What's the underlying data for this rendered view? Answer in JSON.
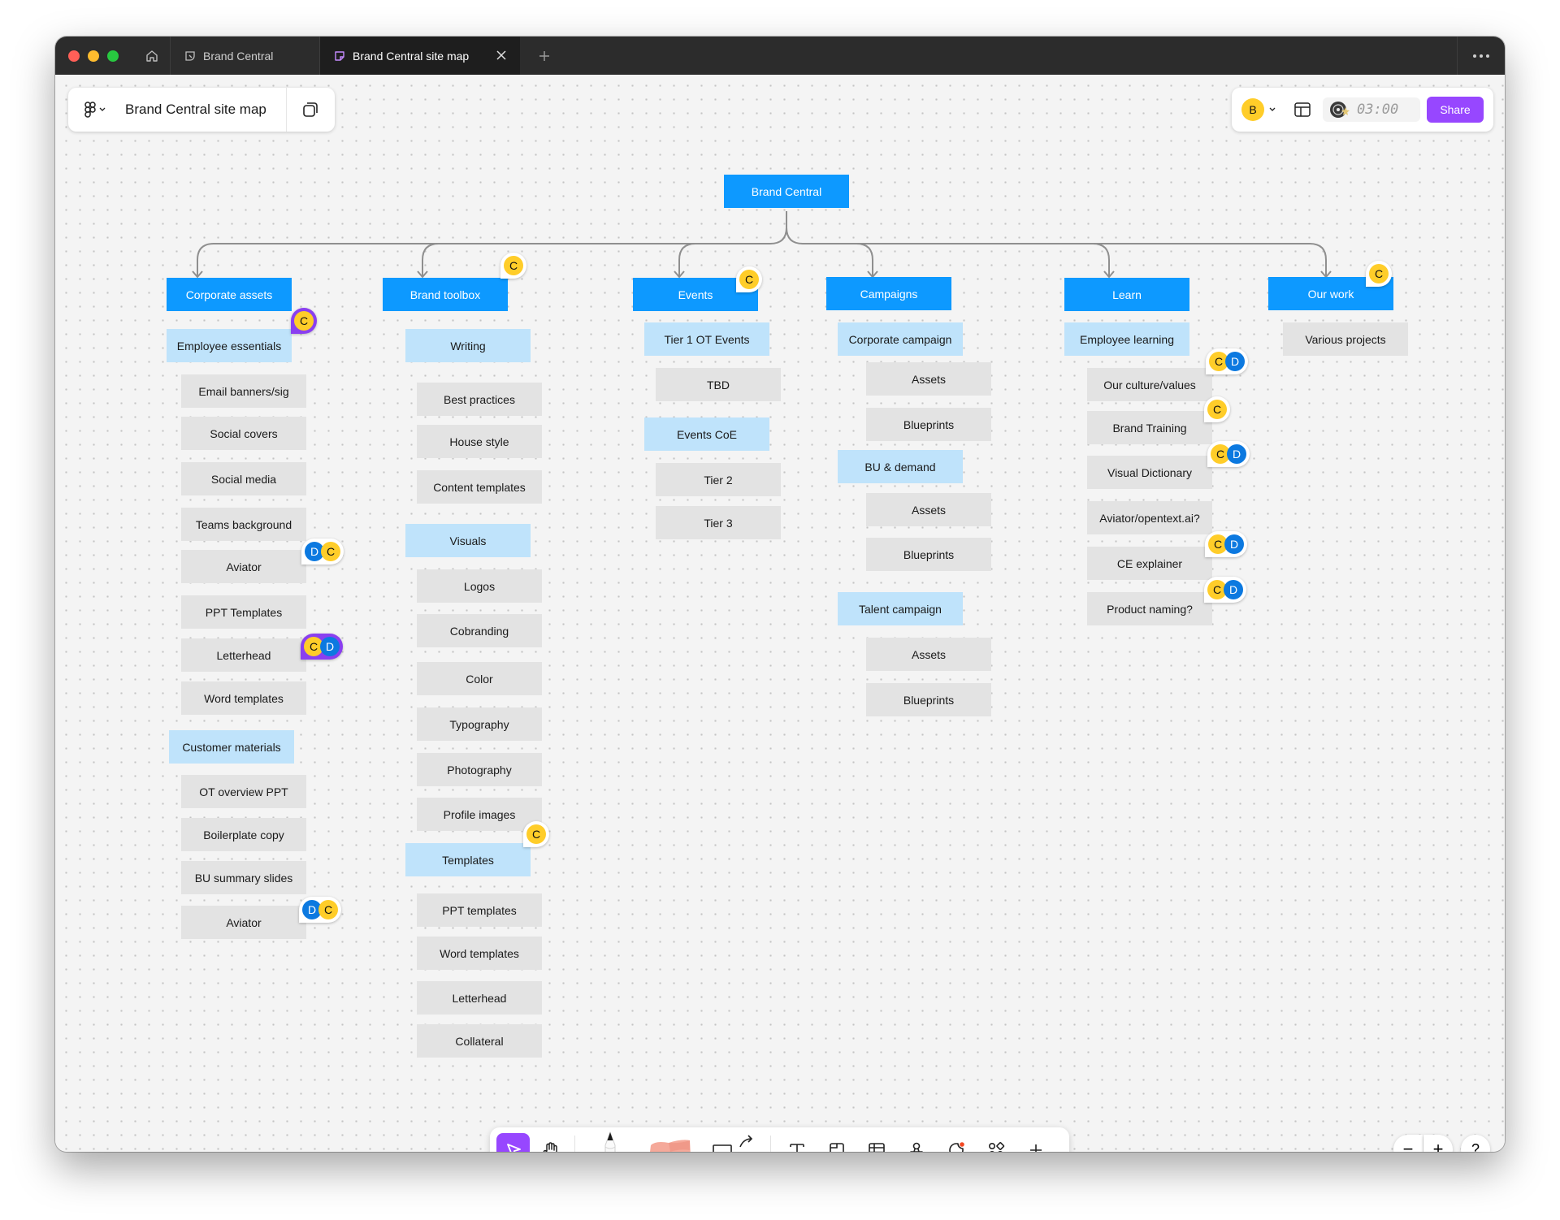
{
  "window": {
    "tabs": [
      {
        "label": "Brand Central"
      },
      {
        "label": "Brand Central site map"
      }
    ]
  },
  "file": {
    "name": "Brand Central site map"
  },
  "header": {
    "user_initial": "B",
    "timer": "03:00",
    "share_label": "Share"
  },
  "sitemap": {
    "root": "Brand Central",
    "sections": [
      {
        "label": "Corporate assets",
        "children": [
          {
            "label": "Employee essentials",
            "kind": "group"
          },
          {
            "label": "Email banners/sig"
          },
          {
            "label": "Social covers"
          },
          {
            "label": "Social media"
          },
          {
            "label": "Teams background"
          },
          {
            "label": "Aviator"
          },
          {
            "label": "PPT Templates"
          },
          {
            "label": "Letterhead"
          },
          {
            "label": "Word templates"
          },
          {
            "label": "Customer materials",
            "kind": "group"
          },
          {
            "label": "OT overview PPT"
          },
          {
            "label": "Boilerplate copy"
          },
          {
            "label": "BU summary slides"
          },
          {
            "label": "Aviator"
          }
        ]
      },
      {
        "label": "Brand toolbox",
        "children": [
          {
            "label": "Writing",
            "kind": "group"
          },
          {
            "label": "Best practices"
          },
          {
            "label": "House style"
          },
          {
            "label": "Content templates"
          },
          {
            "label": "Visuals",
            "kind": "group"
          },
          {
            "label": "Logos"
          },
          {
            "label": "Cobranding"
          },
          {
            "label": "Color"
          },
          {
            "label": "Typography"
          },
          {
            "label": "Photography"
          },
          {
            "label": "Profile images"
          },
          {
            "label": "Templates",
            "kind": "group"
          },
          {
            "label": "PPT templates"
          },
          {
            "label": "Word templates"
          },
          {
            "label": "Letterhead"
          },
          {
            "label": "Collateral"
          }
        ]
      },
      {
        "label": "Events",
        "children": [
          {
            "label": "Tier 1 OT Events",
            "kind": "group"
          },
          {
            "label": "TBD"
          },
          {
            "label": "Events CoE",
            "kind": "group"
          },
          {
            "label": "Tier 2"
          },
          {
            "label": "Tier 3"
          }
        ]
      },
      {
        "label": "Campaigns",
        "children": [
          {
            "label": "Corporate campaign",
            "kind": "group"
          },
          {
            "label": "Assets"
          },
          {
            "label": "Blueprints"
          },
          {
            "label": "BU & demand",
            "kind": "group"
          },
          {
            "label": "Assets"
          },
          {
            "label": "Blueprints"
          },
          {
            "label": "Talent campaign",
            "kind": "group"
          },
          {
            "label": "Assets"
          },
          {
            "label": "Blueprints"
          }
        ]
      },
      {
        "label": "Learn",
        "children": [
          {
            "label": "Employee learning",
            "kind": "group"
          },
          {
            "label": "Our culture/values"
          },
          {
            "label": "Brand Training"
          },
          {
            "label": "Visual Dictionary"
          },
          {
            "label": "Aviator/opentext.ai?"
          },
          {
            "label": "CE explainer"
          },
          {
            "label": "Product naming?"
          }
        ]
      },
      {
        "label": "Our work",
        "children": [
          {
            "label": "Various projects"
          }
        ]
      }
    ]
  },
  "collaborators": [
    {
      "initials": [
        "C"
      ]
    },
    {
      "initials": [
        "C"
      ]
    },
    {
      "initials": [
        "C"
      ]
    },
    {
      "initials": [
        "C"
      ]
    },
    {
      "initials": [
        "D",
        "C"
      ]
    },
    {
      "initials": [
        "C",
        "D"
      ]
    },
    {
      "initials": [
        "D",
        "C"
      ]
    },
    {
      "initials": [
        "C"
      ]
    },
    {
      "initials": [
        "C",
        "D"
      ]
    },
    {
      "initials": [
        "C"
      ]
    },
    {
      "initials": [
        "C",
        "D"
      ]
    },
    {
      "initials": [
        "C",
        "D"
      ]
    },
    {
      "initials": [
        "C",
        "D"
      ]
    }
  ],
  "toolbar": {
    "tools": [
      "move-tool",
      "hand-tool",
      "pen-tool",
      "sticky-note-tool",
      "shape-tool",
      "connector-tool",
      "text-tool",
      "section-tool",
      "table-tool",
      "stamp-tool",
      "sticker-tool",
      "widgets-tool",
      "more-tool"
    ]
  },
  "zoom": {
    "zoom_out": "−",
    "zoom_in": "+",
    "help": "?"
  },
  "colors": {
    "top_node": "#0d99ff",
    "group_node": "#bfe3fb",
    "leaf_node": "#e3e3e3",
    "accent": "#9747ff",
    "cursor_c": "#ffcd29",
    "cursor_d": "#0c79e0"
  }
}
